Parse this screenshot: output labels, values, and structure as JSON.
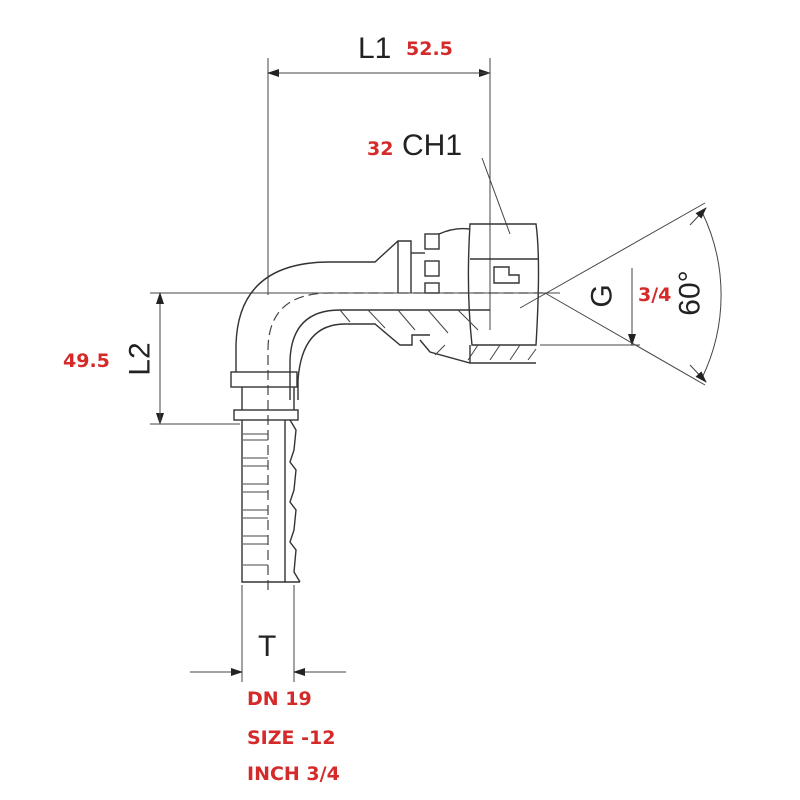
{
  "dimensions": {
    "L1": {
      "label": "L1",
      "value": "52.5"
    },
    "CH1": {
      "label": "CH1",
      "value": "32"
    },
    "L2": {
      "label": "L2",
      "value": "49.5"
    },
    "G": {
      "label": "G",
      "value": "3/4"
    },
    "angle": {
      "label": "60°"
    },
    "T": {
      "label": "T"
    }
  },
  "specs": {
    "dn": "DN 19",
    "size": "SIZE -12",
    "inch": "INCH 3/4"
  },
  "colors": {
    "value_red": "#d42a2a",
    "line": "#333333"
  }
}
